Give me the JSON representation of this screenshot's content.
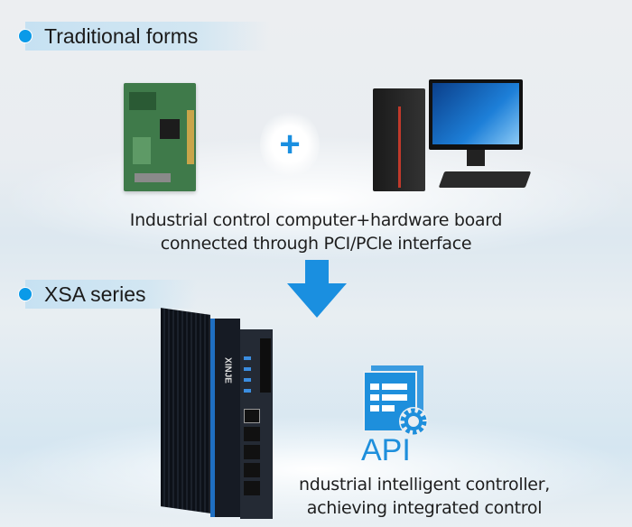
{
  "section1": {
    "title": "Traditional forms",
    "caption_line1": "Industrial control computer+hardware board",
    "caption_line2": "connected through PCI/PCle interface",
    "plus": "+"
  },
  "section2": {
    "title": "XSA series",
    "device_brand": "XINJE",
    "api_label": "API",
    "caption_line1": "ndustrial intelligent controller,",
    "caption_line2": "achieving integrated control"
  },
  "colors": {
    "accent": "#0a9ae8",
    "arrow": "#1a8fe0",
    "api": "#1e8fdc"
  }
}
